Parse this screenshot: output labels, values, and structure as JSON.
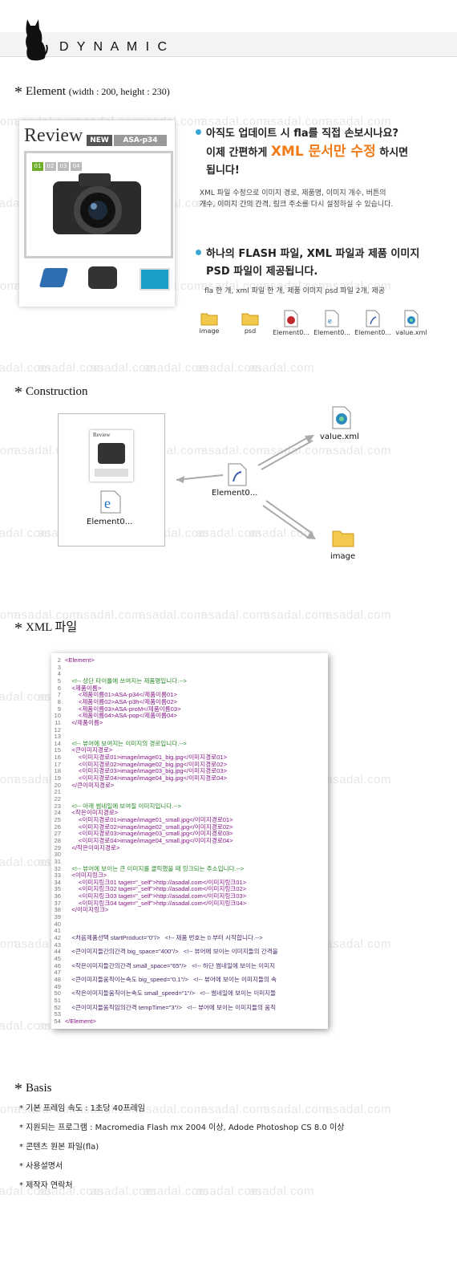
{
  "watermark": "asadal.com",
  "header": {
    "title": "D Y N A M I C",
    "logo": "cat-logo"
  },
  "element_section": {
    "title": "Element",
    "subtitle": "(width : 200,  height : 230)",
    "preview": {
      "review": "Review",
      "badge_new": "NEW",
      "badge_code": "ASA-p34",
      "pages": [
        "01",
        "02",
        "03",
        "04"
      ]
    },
    "point1": {
      "line1": "아직도 업데이트 시 fla를 직접 손보시나요?",
      "line2_pre": "이제 간편하게 ",
      "line2_highlight": "XML 문서만 수정",
      "line2_post": " 하시면",
      "line3": "됩니다!",
      "desc1": "XML 파일 수정으로 이미지 경로, 제품명, 이미지 개수, 버튼의",
      "desc2": "개수, 이미지 간의 간격, 링크 주소를 다시 설정하실 수 있습니다."
    },
    "point2": {
      "line1": "하나의 FLASH 파일, XML 파일과 제품 이미지",
      "line2": "PSD 파일이 제공됩니다.",
      "desc": "fla 한 개, xml 파일 한 개, 제품 이미지 psd 파일 2개, 제공"
    },
    "files": [
      {
        "label": "image",
        "icon": "folder-icon"
      },
      {
        "label": "psd",
        "icon": "folder-icon"
      },
      {
        "label": "Element0...",
        "icon": "fla-file-icon"
      },
      {
        "label": "Element0...",
        "icon": "ie-html-icon"
      },
      {
        "label": "Element0...",
        "icon": "swf-file-icon"
      },
      {
        "label": "value.xml",
        "icon": "xml-file-icon"
      }
    ]
  },
  "construction_section": {
    "title": "Construction",
    "labels": {
      "html": "Element0...",
      "swf": "Element0...",
      "xml": "value.xml",
      "image": "image"
    }
  },
  "xml_section": {
    "title": "XML 파일",
    "lines": [
      {
        "n": "2",
        "t": "<Element>",
        "c": "tag"
      },
      {
        "n": "3",
        "t": "",
        "c": "tag"
      },
      {
        "n": "4",
        "t": "",
        "c": "tag"
      },
      {
        "n": "5",
        "t": "    <!-- 상단 타이틀에 쓰여지는 제품명입니다.-->",
        "c": "comment"
      },
      {
        "n": "6",
        "t": "    <제품이름>",
        "c": "tag"
      },
      {
        "n": "7",
        "t": "        <제품이름01>ASA-p34</제품이름01>",
        "c": "tag"
      },
      {
        "n": "8",
        "t": "        <제품이름02>ASA-p3h</제품이름02>",
        "c": "tag"
      },
      {
        "n": "9",
        "t": "        <제품이름03>ASA-proM</제품이름03>",
        "c": "tag"
      },
      {
        "n": "10",
        "t": "        <제품이름04>ASA-pop</제품이름04>",
        "c": "tag"
      },
      {
        "n": "11",
        "t": "    </제품이름>",
        "c": "tag"
      },
      {
        "n": "12",
        "t": "",
        "c": "tag"
      },
      {
        "n": "13",
        "t": "",
        "c": "tag"
      },
      {
        "n": "14",
        "t": "    <!-- 뷰어에 보여지는 이미지의 경로입니다.-->",
        "c": "comment"
      },
      {
        "n": "15",
        "t": "    <큰이미지경로>",
        "c": "tag"
      },
      {
        "n": "16",
        "t": "        <이미지경로01>image/image01_big.jpg</이미지경로01>",
        "c": "tag"
      },
      {
        "n": "17",
        "t": "        <이미지경로02>image/image02_big.jpg</이미지경로02>",
        "c": "tag"
      },
      {
        "n": "18",
        "t": "        <이미지경로03>image/image03_big.jpg</이미지경로03>",
        "c": "tag"
      },
      {
        "n": "19",
        "t": "        <이미지경로04>image/image04_big.jpg</이미지경로04>",
        "c": "tag"
      },
      {
        "n": "20",
        "t": "    </큰이미지경로>",
        "c": "tag"
      },
      {
        "n": "21",
        "t": "",
        "c": "tag"
      },
      {
        "n": "22",
        "t": "",
        "c": "tag"
      },
      {
        "n": "23",
        "t": "    <!-- 아래 썸네일에 보여질 이미지입니다.-->",
        "c": "comment"
      },
      {
        "n": "24",
        "t": "    <작은이미지경로>",
        "c": "tag"
      },
      {
        "n": "25",
        "t": "        <이미지경로01>image/image01_small.jpg</이미지경로01>",
        "c": "tag"
      },
      {
        "n": "26",
        "t": "        <이미지경로02>image/image02_small.jpg</이미지경로02>",
        "c": "tag"
      },
      {
        "n": "27",
        "t": "        <이미지경로03>image/image03_small.jpg</이미지경로03>",
        "c": "tag"
      },
      {
        "n": "28",
        "t": "        <이미지경로04>image/image04_small.jpg</이미지경로04>",
        "c": "tag"
      },
      {
        "n": "29",
        "t": "    </작은이미지경로>",
        "c": "tag"
      },
      {
        "n": "30",
        "t": "",
        "c": "tag"
      },
      {
        "n": "31",
        "t": "",
        "c": "tag"
      },
      {
        "n": "32",
        "t": "    <!-- 뷰어에 보이는 큰 이미지를 클릭했을 때 링크되는 주소입니다.-->",
        "c": "comment"
      },
      {
        "n": "33",
        "t": "    <이미지링크>",
        "c": "tag"
      },
      {
        "n": "34",
        "t": "        <이미지링크01 taget=\"_self\">http://asadal.com</이미지링크01>",
        "c": "tag"
      },
      {
        "n": "35",
        "t": "        <이미지링크02 taget=\"_self\">http://asadal.com</이미지링크02>",
        "c": "tag"
      },
      {
        "n": "36",
        "t": "        <이미지링크03 taget=\"_self\">http://asadal.com</이미지링크03>",
        "c": "tag"
      },
      {
        "n": "37",
        "t": "        <이미지링크04 taget=\"_self\">http://asadal.com</이미지링크04>",
        "c": "tag"
      },
      {
        "n": "38",
        "t": "    </이미지링크>",
        "c": "tag"
      },
      {
        "n": "39",
        "t": "",
        "c": "tag"
      },
      {
        "n": "40",
        "t": "",
        "c": "tag"
      },
      {
        "n": "41",
        "t": "",
        "c": "tag"
      },
      {
        "n": "42",
        "t": "    <처음제품선택 startProduct=\"0\"/>   <!-- 제품 번호는 0 부터 시작합니다.-->",
        "c": "mixed"
      },
      {
        "n": "43",
        "t": "",
        "c": "tag"
      },
      {
        "n": "44",
        "t": "    <큰이미지들간의간격 big_space=\"400\"/>   <!-- 뷰어에 보이는 이미지들의 간격을",
        "c": "mixed"
      },
      {
        "n": "45",
        "t": "",
        "c": "tag"
      },
      {
        "n": "46",
        "t": "    <작은이미지들간의간격 small_space=\"65\"/>   <!-- 하단 썸네일에 보이는 이미지",
        "c": "mixed"
      },
      {
        "n": "47",
        "t": "",
        "c": "tag"
      },
      {
        "n": "48",
        "t": "    <큰이미지들움직이는속도 big_speed=\"0.1\"/>   <!-- 뷰어에 보이는 이미지들의 속",
        "c": "mixed"
      },
      {
        "n": "49",
        "t": "",
        "c": "tag"
      },
      {
        "n": "50",
        "t": "    <작은이미지들움직이는속도 small_speed=\"1\"/>   <!-- 썸네일에 보이는 이미지들",
        "c": "mixed"
      },
      {
        "n": "51",
        "t": "",
        "c": "tag"
      },
      {
        "n": "52",
        "t": "    <큰이미지들움직임의간격 tempTime=\"3\"/>   <!-- 뷰어에 보이는 이미지들의 움직",
        "c": "mixed"
      },
      {
        "n": "53",
        "t": "",
        "c": "tag"
      },
      {
        "n": "54",
        "t": "</Element>",
        "c": "tag"
      }
    ]
  },
  "basis_section": {
    "title": "Basis",
    "items": [
      "* 기본 프레임 속도 : 1초당 40프레임",
      "* 지원되는 프로그램 : Macromedia Flash mx 2004 이상,    Adode Photoshop CS 8.0 이상",
      "* 콘텐츠 원본 파일(fla)",
      "* 사용설명서",
      "* 제작자 연락처"
    ]
  },
  "colors": {
    "accent": "#f07b18",
    "bullet": "#3aa7d6",
    "comment": "#2a8a2a",
    "tag": "#8a1a8a",
    "text": "#111111"
  }
}
